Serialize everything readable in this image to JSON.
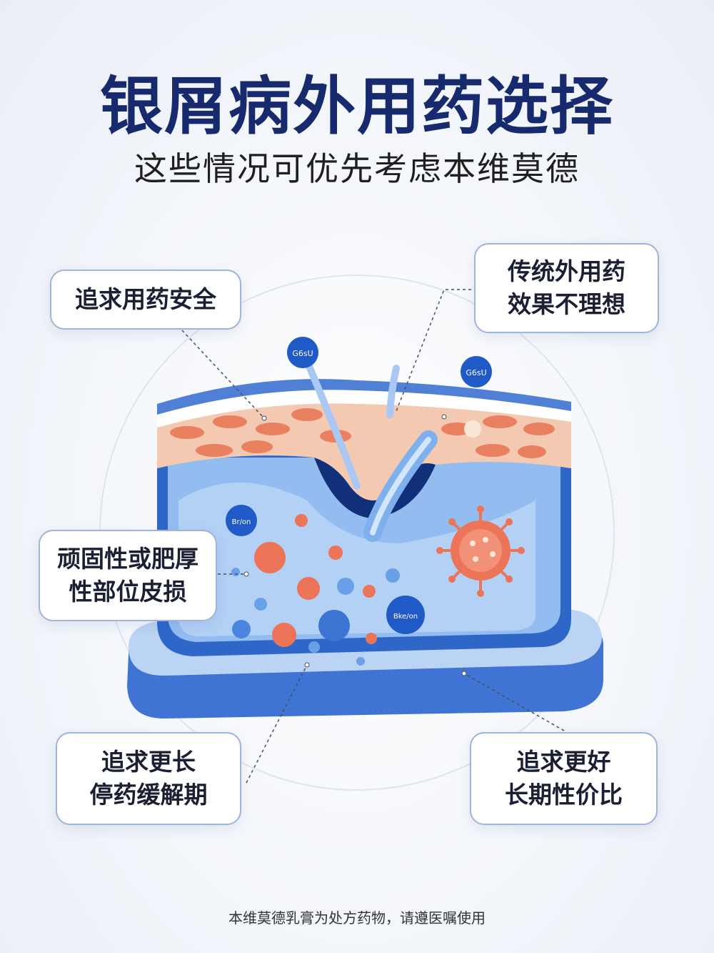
{
  "header": {
    "title": "银屑病外用药选择",
    "subtitle": "这些情况可优先考虑本维莫德"
  },
  "cards": {
    "safety": "追求用药安全",
    "traditional_line1": "传统外用药",
    "traditional_line2": "效果不理想",
    "stubborn_line1": "顽固性或肥厚",
    "stubborn_line2": "性部位皮损",
    "remission_line1": "追求更长",
    "remission_line2": "停药缓解期",
    "cost_line1": "追求更好",
    "cost_line2": "长期性价比"
  },
  "illustration": {
    "badges": [
      "G6sU",
      "G6sU",
      "Br/on",
      "Bke/on"
    ]
  },
  "footer": {
    "note": "本维莫德乳膏为处方药物，请遵医嘱使用"
  },
  "colors": {
    "title": "#172a6e",
    "skin_top": "#f2b49a",
    "dermis": "#8cb8ec",
    "accent_blue": "#2a5fc4",
    "cell_orange": "#ec7458"
  }
}
